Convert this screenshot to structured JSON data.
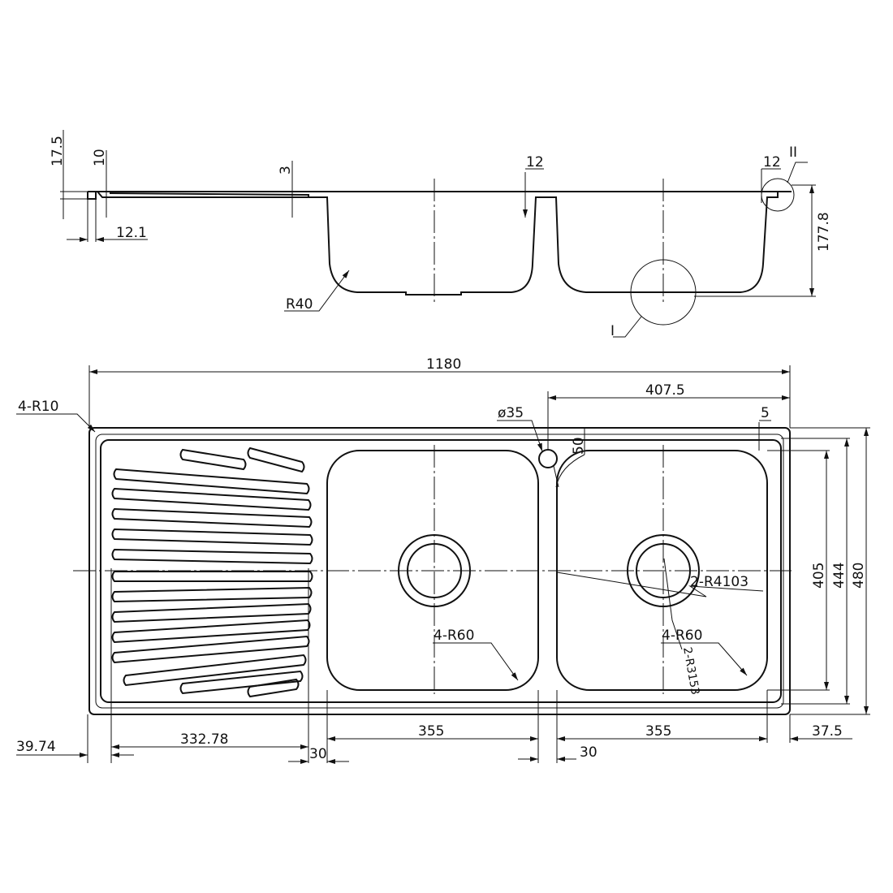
{
  "section_view": {
    "dims": {
      "d17_5": "17.5",
      "d10": "10",
      "d3": "3",
      "d12a": "12",
      "d12b": "12",
      "d12_1": "12.1",
      "r40": "R40",
      "d177_8": "177.8"
    },
    "detail_labels": {
      "detail_1": "I",
      "detail_2": "II"
    }
  },
  "plan_view": {
    "dims": {
      "d1180": "1180",
      "d407_5": "407.5",
      "r10": "4-R10",
      "phi35": "ø35",
      "d50": "50",
      "d5": "5",
      "d405": "405",
      "d444": "444",
      "d480": "480",
      "r4103": "2-R4103",
      "r60a": "4-R60",
      "r60b": "4-R60",
      "r3153": "2-R3153",
      "d39_74": "39.74",
      "d332_78": "332.78",
      "d30a": "30",
      "d355a": "355",
      "d355b": "355",
      "d30b": "30",
      "d37_5": "37.5"
    }
  }
}
